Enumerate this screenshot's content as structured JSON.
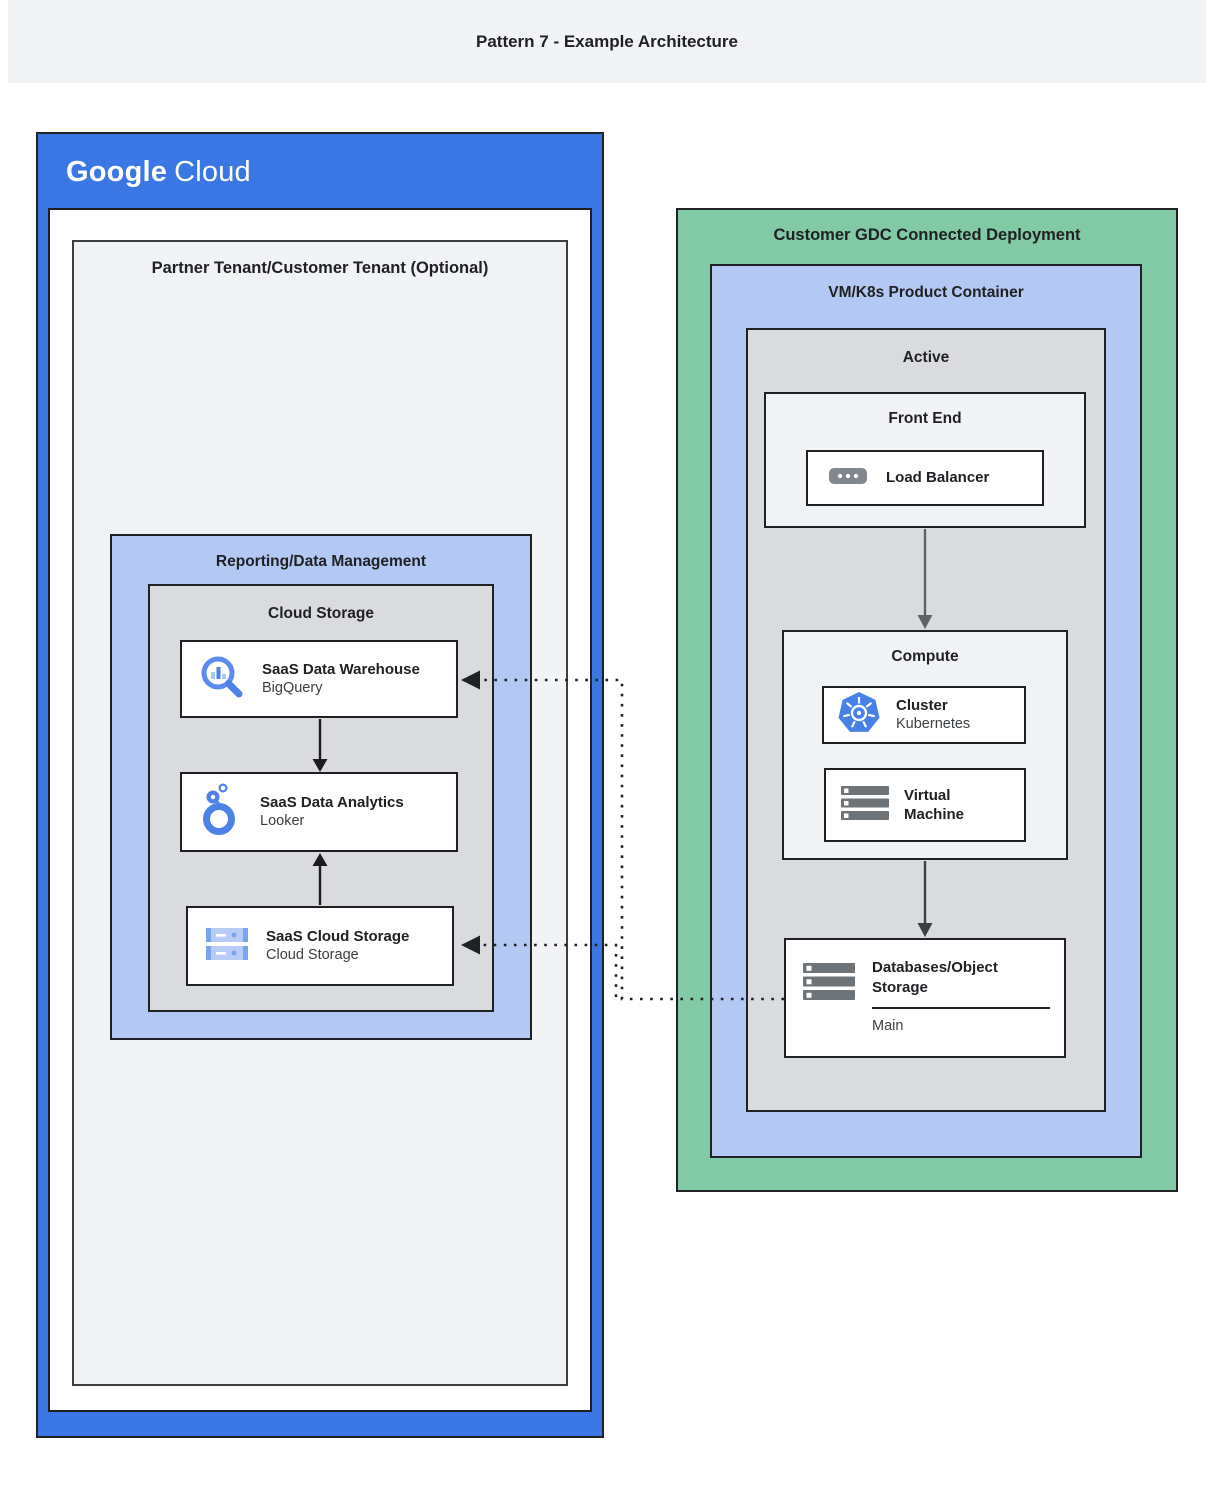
{
  "page": {
    "title": "Pattern 7 - Example Architecture"
  },
  "colors": {
    "google_blue": "#3b76e5",
    "light_blue_container": "#b3c8f2",
    "green_container": "#82c9a6",
    "gray_container": "#d9dbde",
    "light_panel": "#f1f3f4",
    "border_dark": "#202124",
    "icon_blue": "#4e82e8",
    "icon_gray": "#6e7378"
  },
  "google_cloud": {
    "logo_part1": "Google",
    "logo_part2": "Cloud",
    "partner_tenant": {
      "label": "Partner Tenant/Customer Tenant (Optional)",
      "reporting": {
        "label": "Reporting/Data Management",
        "cloud_storage_group": {
          "label": "Cloud Storage",
          "cards": [
            {
              "title": "SaaS Data Warehouse",
              "subtitle": "BigQuery",
              "icon": "bigquery-icon"
            },
            {
              "title": "SaaS Data Analytics",
              "subtitle": "Looker",
              "icon": "looker-icon"
            },
            {
              "title": "SaaS Cloud Storage",
              "subtitle": "Cloud Storage",
              "icon": "cloud-storage-icon"
            }
          ]
        }
      }
    }
  },
  "gdc": {
    "label": "Customer GDC Connected Deployment",
    "vmk8s": {
      "label": "VM/K8s Product Container",
      "active": {
        "label": "Active",
        "front_end": {
          "label": "Front End",
          "card": {
            "title": "Load Balancer",
            "icon": "load-balancer-icon"
          }
        },
        "compute": {
          "label": "Compute",
          "cards": [
            {
              "title": "Cluster",
              "subtitle": "Kubernetes",
              "icon": "kubernetes-icon"
            },
            {
              "title": "Virtual Machine",
              "icon": "virtual-machine-icon"
            }
          ]
        },
        "database": {
          "title": "Databases/Object Storage",
          "footer": "Main",
          "icon": "server-stack-icon"
        }
      }
    }
  }
}
